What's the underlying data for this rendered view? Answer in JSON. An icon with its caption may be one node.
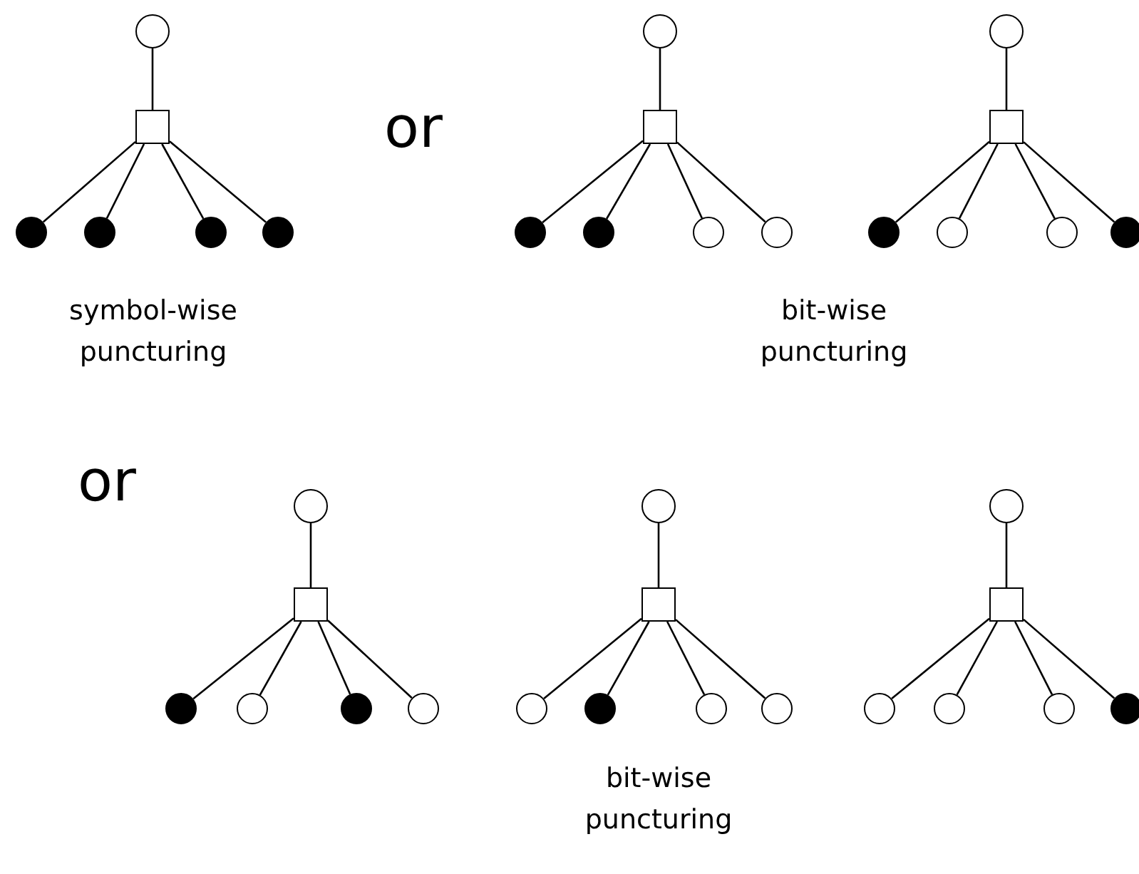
{
  "diagram": {
    "nodes": [
      {
        "text": [],
        "shape": "circle"
      },
      {
        "text": [],
        "shape": "box"
      },
      {
        "text": [],
        "shape": "dot"
      },
      {
        "text": [],
        "shape": "dot"
      },
      {
        "text": [],
        "shape": "dot"
      },
      {
        "text": [],
        "shape": "dot"
      },
      {
        "text": [],
        "shape": "circle"
      },
      {
        "text": [],
        "shape": "box"
      },
      {
        "text": [],
        "shape": "dot"
      },
      {
        "text": [],
        "shape": "dot"
      },
      {
        "text": [],
        "shape": "circle"
      },
      {
        "text": [],
        "shape": "circle"
      },
      {
        "text": [],
        "shape": "circle"
      },
      {
        "text": [],
        "shape": "box"
      },
      {
        "text": [],
        "shape": "dot"
      },
      {
        "text": [],
        "shape": "circle"
      },
      {
        "text": [],
        "shape": "circle"
      },
      {
        "text": [],
        "shape": "dot"
      },
      {
        "text": [],
        "shape": "circle"
      },
      {
        "text": [],
        "shape": "box"
      },
      {
        "text": [],
        "shape": "dot"
      },
      {
        "text": [],
        "shape": "circle"
      },
      {
        "text": [],
        "shape": "dot"
      },
      {
        "text": [],
        "shape": "circle"
      },
      {
        "text": [],
        "shape": "circle"
      },
      {
        "text": [],
        "shape": "box"
      },
      {
        "text": [],
        "shape": "circle"
      },
      {
        "text": [],
        "shape": "dot"
      },
      {
        "text": [],
        "shape": "circle"
      },
      {
        "text": [],
        "shape": "circle"
      },
      {
        "text": [],
        "shape": "circle"
      },
      {
        "text": [],
        "shape": "box"
      },
      {
        "text": [],
        "shape": "circle"
      },
      {
        "text": [],
        "shape": "circle"
      },
      {
        "text": [],
        "shape": "circle"
      },
      {
        "text": [],
        "shape": "dot"
      }
    ],
    "edges": [
      {
        "from": 0,
        "to": 1,
        "arrow": "none"
      },
      {
        "from": 1,
        "to": 2,
        "arrow": "none"
      },
      {
        "from": 1,
        "to": 3,
        "arrow": "none"
      },
      {
        "from": 1,
        "to": 4,
        "arrow": "none"
      },
      {
        "from": 1,
        "to": 5,
        "arrow": "none"
      },
      {
        "from": 6,
        "to": 7,
        "arrow": "none"
      },
      {
        "from": 7,
        "to": 8,
        "arrow": "none"
      },
      {
        "from": 7,
        "to": 9,
        "arrow": "none"
      },
      {
        "from": 7,
        "to": 10,
        "arrow": "none"
      },
      {
        "from": 7,
        "to": 11,
        "arrow": "none"
      },
      {
        "from": 12,
        "to": 13,
        "arrow": "none"
      },
      {
        "from": 13,
        "to": 14,
        "arrow": "none"
      },
      {
        "from": 13,
        "to": 15,
        "arrow": "none"
      },
      {
        "from": 13,
        "to": 16,
        "arrow": "none"
      },
      {
        "from": 13,
        "to": 17,
        "arrow": "none"
      },
      {
        "from": 18,
        "to": 19,
        "arrow": "none"
      },
      {
        "from": 19,
        "to": 20,
        "arrow": "none"
      },
      {
        "from": 19,
        "to": 21,
        "arrow": "none"
      },
      {
        "from": 19,
        "to": 22,
        "arrow": "none"
      },
      {
        "from": 19,
        "to": 23,
        "arrow": "none"
      },
      {
        "from": 24,
        "to": 25,
        "arrow": "none"
      },
      {
        "from": 25,
        "to": 26,
        "arrow": "none"
      },
      {
        "from": 25,
        "to": 27,
        "arrow": "none"
      },
      {
        "from": 25,
        "to": 28,
        "arrow": "none"
      },
      {
        "from": 25,
        "to": 29,
        "arrow": "none"
      },
      {
        "from": 30,
        "to": 31,
        "arrow": "none"
      },
      {
        "from": 31,
        "to": 32,
        "arrow": "none"
      },
      {
        "from": 31,
        "to": 33,
        "arrow": "none"
      },
      {
        "from": 31,
        "to": 34,
        "arrow": "none"
      },
      {
        "from": 31,
        "to": 35,
        "arrow": "none"
      }
    ],
    "labels": [
      "or",
      "symbol-wise puncturing",
      "bit-wise puncturing",
      "or",
      "bit-wise puncturing"
    ]
  }
}
